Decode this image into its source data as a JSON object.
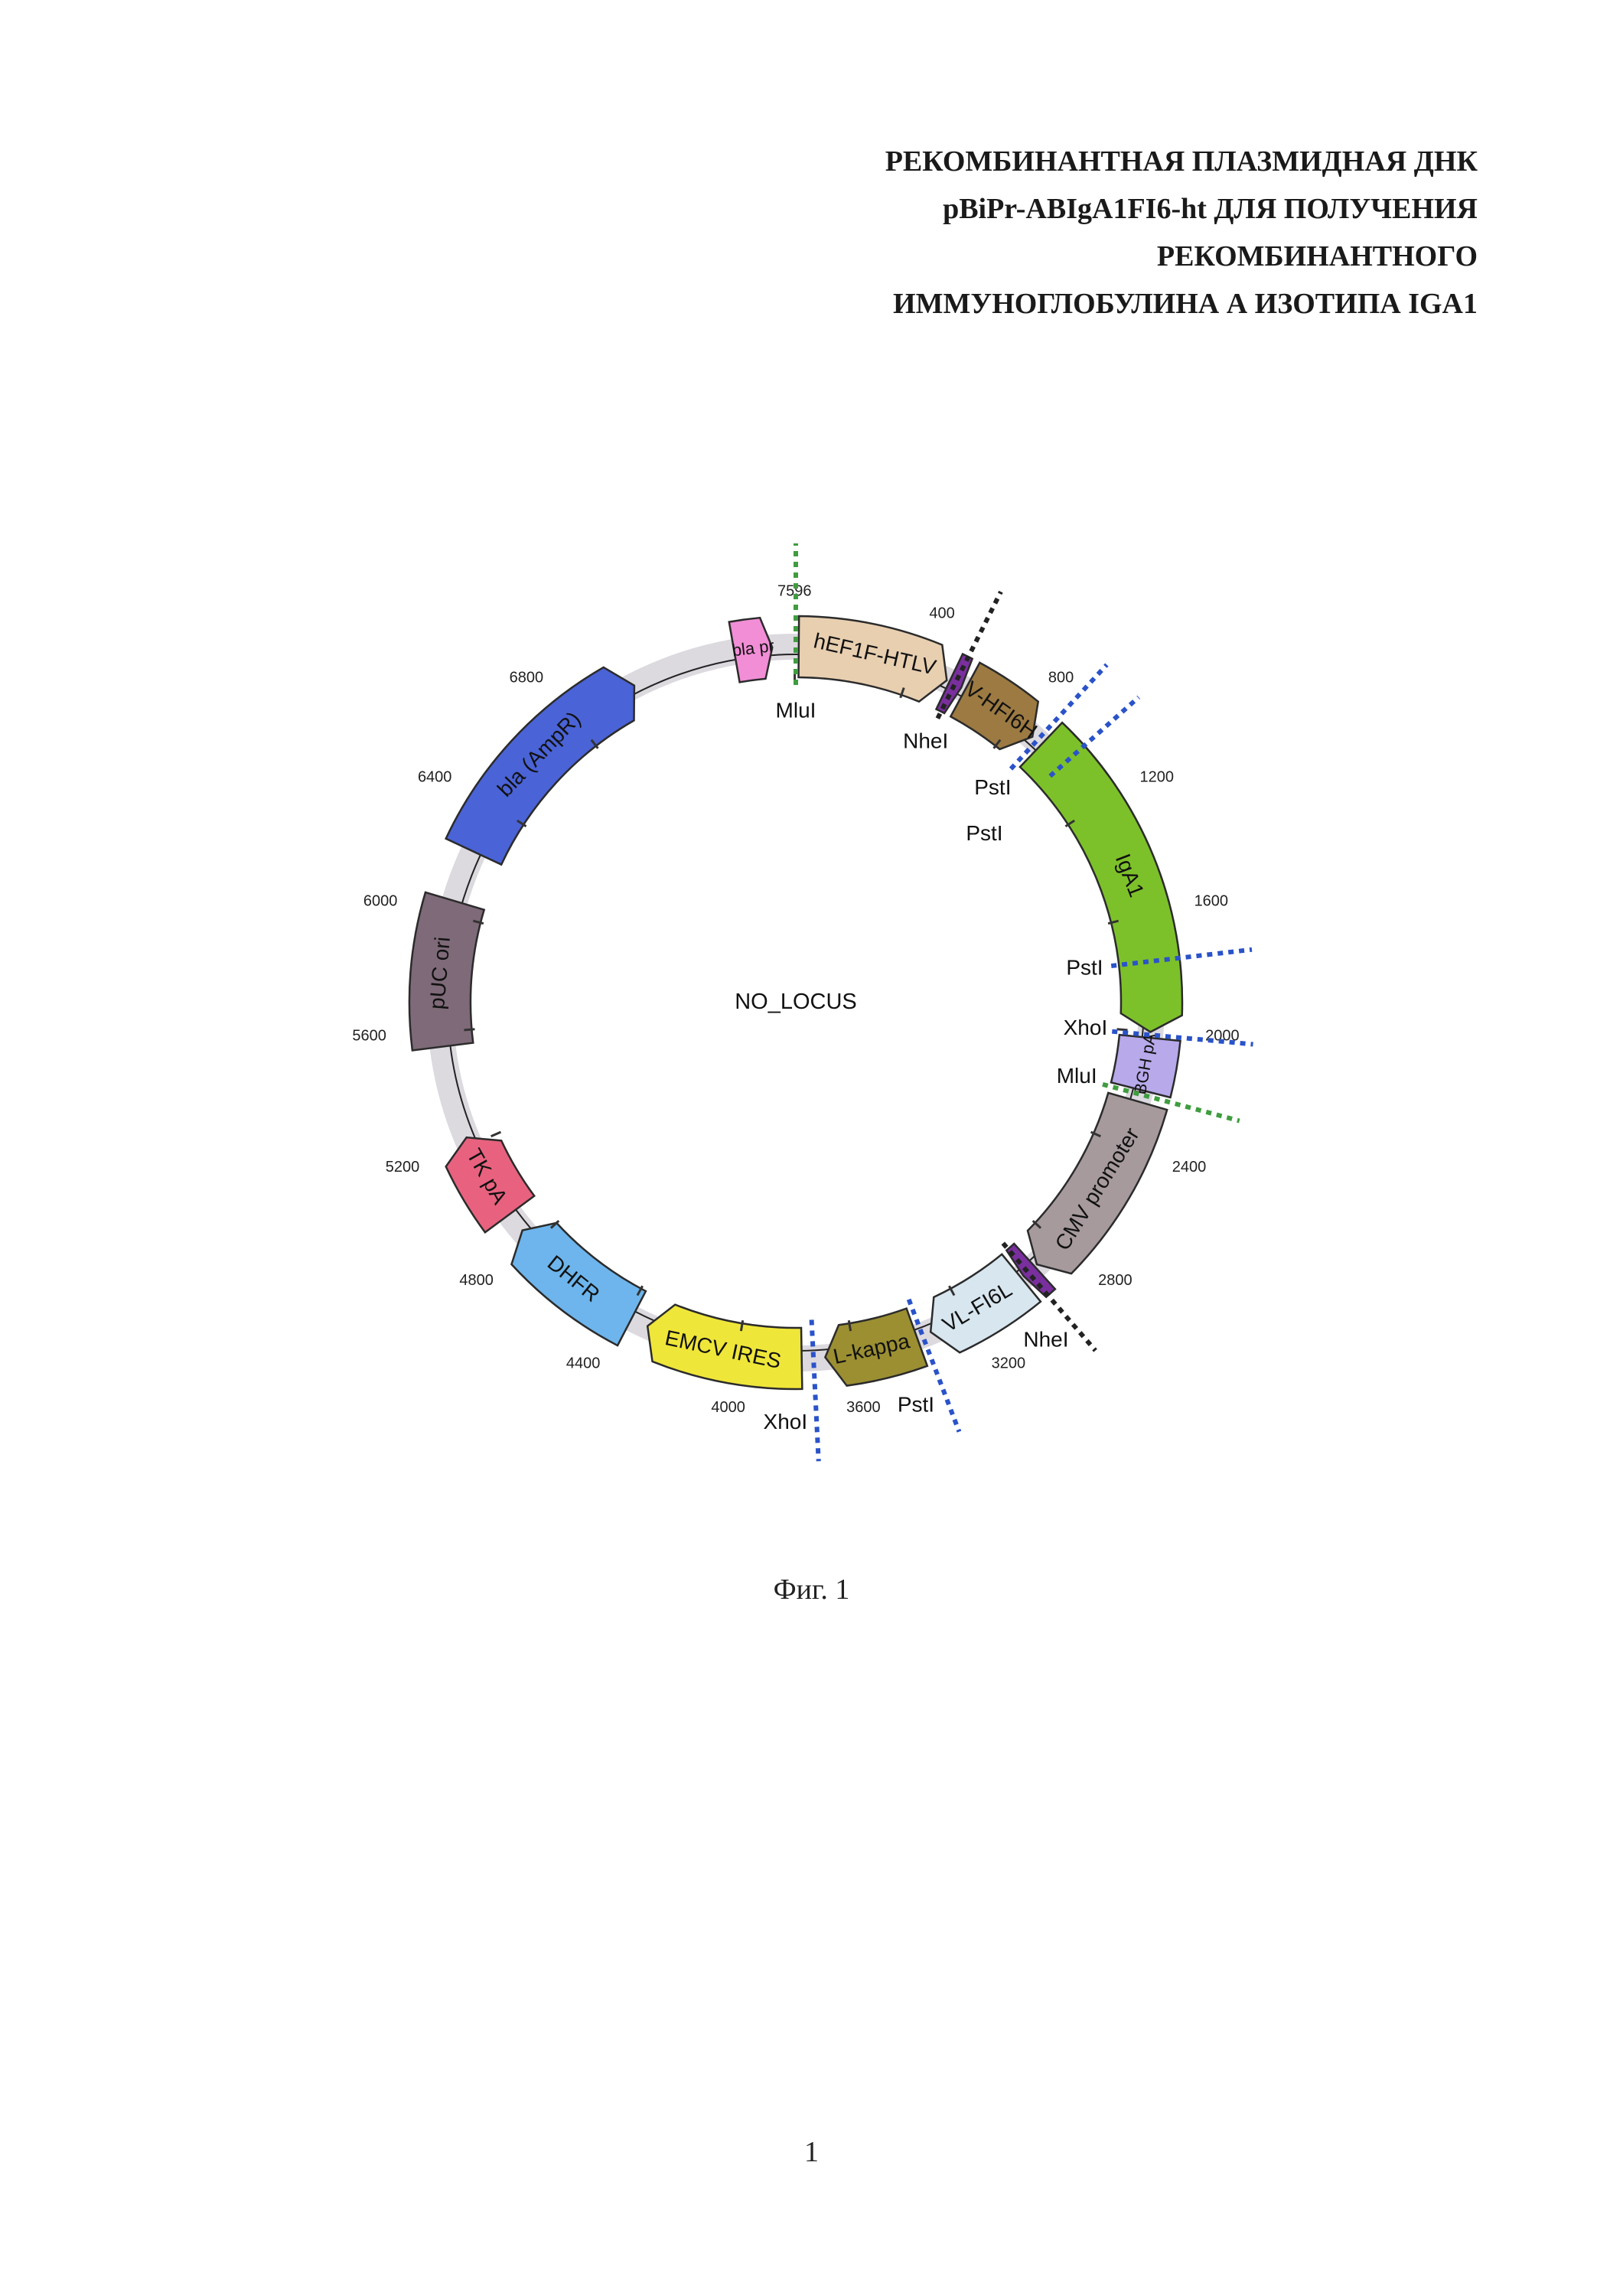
{
  "title_lines": [
    "РЕКОМБИНАНТНАЯ ПЛАЗМИДНАЯ ДНК",
    "pBiPr-ABIgA1FI6-ht ДЛЯ ПОЛУЧЕНИЯ",
    "РЕКОМБИНАНТНОГО",
    "ИММУНОГЛОБУЛИНА А ИЗОТИПА IGA1"
  ],
  "plasmid": {
    "total_bp": 7600,
    "center_label": "NO_LOCUS",
    "backbone_color": "#dcd9df",
    "ticks": [
      {
        "pos": 400,
        "label": "400"
      },
      {
        "pos": 800,
        "label": "800"
      },
      {
        "pos": 1200,
        "label": "1200"
      },
      {
        "pos": 1600,
        "label": "1600"
      },
      {
        "pos": 2000,
        "label": "2000"
      },
      {
        "pos": 2400,
        "label": "2400"
      },
      {
        "pos": 2800,
        "label": "2800"
      },
      {
        "pos": 3200,
        "label": "3200"
      },
      {
        "pos": 3600,
        "label": "3600"
      },
      {
        "pos": 4000,
        "label": "4000"
      },
      {
        "pos": 4400,
        "label": "4400"
      },
      {
        "pos": 4800,
        "label": "4800"
      },
      {
        "pos": 5200,
        "label": "5200"
      },
      {
        "pos": 5600,
        "label": "5600"
      },
      {
        "pos": 6000,
        "label": "6000"
      },
      {
        "pos": 6400,
        "label": "6400"
      },
      {
        "pos": 6800,
        "label": "6800"
      },
      {
        "pos": 7596,
        "label": "7596"
      }
    ],
    "features": [
      {
        "name": "hEF1F-HTLV",
        "label": "hEF1F-HTLV",
        "start": 10,
        "end": 530,
        "color": "#e8cfb0",
        "arrow": true
      },
      {
        "name": "leader-1",
        "label": "",
        "start": 540,
        "end": 585,
        "color": "#7a2f9e",
        "arrow": true
      },
      {
        "name": "VH-FI6",
        "label": "V-HFI6H",
        "start": 600,
        "end": 880,
        "color": "#9c7a42",
        "arrow": true
      },
      {
        "name": "IgA1",
        "label": "IgA1",
        "start": 920,
        "end": 2000,
        "color": "#7dc12a",
        "arrow": true
      },
      {
        "name": "BGH-pA",
        "label": "BGH pA",
        "start": 2020,
        "end": 2200,
        "color": "#b7a9ea",
        "arrow": false
      },
      {
        "name": "CMV-promoter",
        "label": "CMV promoter",
        "start": 2240,
        "end": 2900,
        "color": "#a69a9d",
        "arrow": true
      },
      {
        "name": "leader-2",
        "label": "",
        "start": 2910,
        "end": 2960,
        "color": "#7a2f9e",
        "arrow": true
      },
      {
        "name": "VL-FI6",
        "label": "VL-FI6L",
        "start": 2970,
        "end": 3330,
        "color": "#d7e6ef",
        "arrow": true
      },
      {
        "name": "L-kappa",
        "label": "L-kappa",
        "start": 3380,
        "end": 3700,
        "color": "#9b8f32",
        "arrow": true
      },
      {
        "name": "EMCV-IRES",
        "label": "EMCV IRES",
        "start": 3780,
        "end": 4320,
        "color": "#efe63a",
        "arrow": true
      },
      {
        "name": "DHFR",
        "label": "DHFR",
        "start": 4380,
        "end": 4860,
        "color": "#6db5ec",
        "arrow": true
      },
      {
        "name": "TK-pA",
        "label": "TK pA",
        "start": 4930,
        "end": 5230,
        "color": "#e8627f",
        "arrow": true
      },
      {
        "name": "pUC-ori",
        "label": "pUC ori",
        "start": 5550,
        "end": 6050,
        "color": "#7e6a78",
        "arrow": false
      },
      {
        "name": "bla-AmpR",
        "label": "bla (AmpR)",
        "start": 6230,
        "end": 7030,
        "color": "#4a63d6",
        "arrow": true
      },
      {
        "name": "bla-promoter",
        "label": "bla pr",
        "start": 7390,
        "end": 7520,
        "color": "#f18ed6",
        "arrow": true
      }
    ],
    "sites": [
      {
        "name": "MluI",
        "label": "MluI",
        "pos": 0,
        "color": "#3f9d3f",
        "text_at": "inner",
        "line": "both"
      },
      {
        "name": "NheI",
        "label": "NheI",
        "pos": 560,
        "color": "#222222",
        "text_at": "inner",
        "line": "both"
      },
      {
        "name": "PstI",
        "label": "PstI",
        "pos": 900,
        "color": "#2a53c9",
        "text_at": "inner",
        "line": "both"
      },
      {
        "name": "PstI",
        "label": "PstI",
        "pos": 1020,
        "color": "#2a53c9",
        "text_at": "inner2",
        "line": "out"
      },
      {
        "name": "PstI",
        "label": "PstI",
        "pos": 1760,
        "color": "#2a53c9",
        "text_at": "inner",
        "line": "both"
      },
      {
        "name": "XhoI",
        "label": "XhoI",
        "pos": 2010,
        "color": "#2a53c9",
        "text_at": "inner",
        "line": "both"
      },
      {
        "name": "MluI",
        "label": "MluI",
        "pos": 2215,
        "color": "#3f9d3f",
        "text_at": "inner",
        "line": "both"
      },
      {
        "name": "NheI",
        "label": "NheI",
        "pos": 2940,
        "color": "#222222",
        "text_at": "outer-left",
        "line": "both"
      },
      {
        "name": "PstI",
        "label": "PstI",
        "pos": 3360,
        "color": "#2a53c9",
        "text_at": "outer-left",
        "line": "both"
      },
      {
        "name": "XhoI",
        "label": "XhoI",
        "pos": 3740,
        "color": "#2a53c9",
        "text_at": "outer-left",
        "line": "both"
      }
    ]
  },
  "caption": "Фиг. 1",
  "page_number": "1"
}
